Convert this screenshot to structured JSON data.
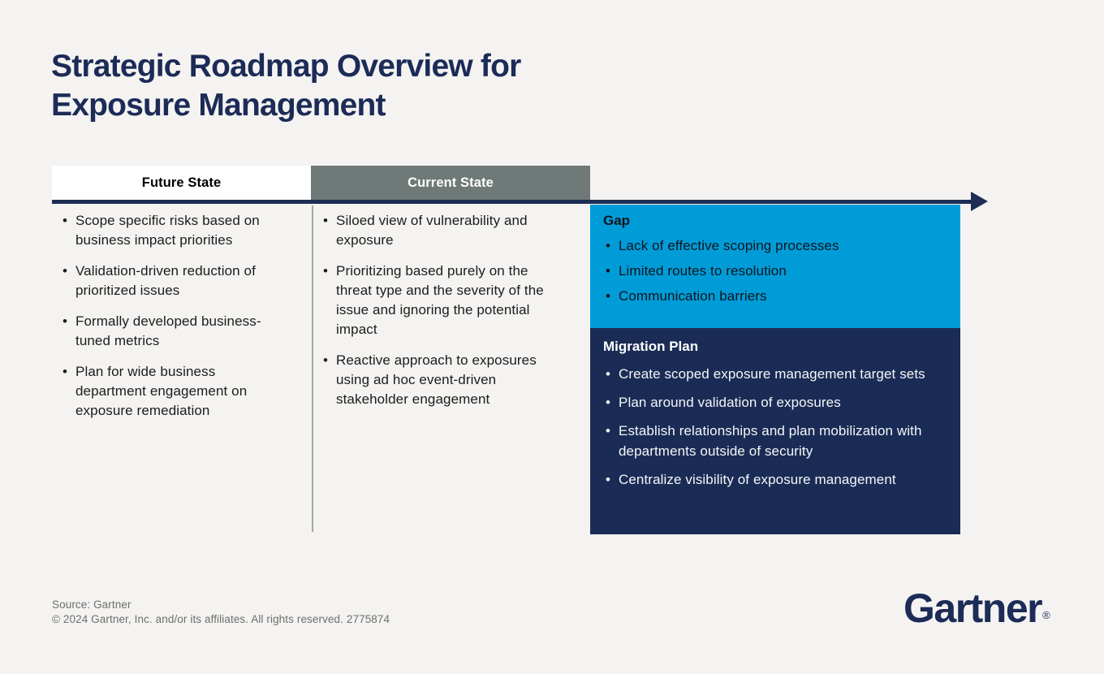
{
  "title": {
    "lines": [
      "Strategic Roadmap Overview for",
      "Exposure Management"
    ]
  },
  "timeline": {
    "future_state_label": "Future State",
    "current_state_label": "Current State"
  },
  "future_state": {
    "items": [
      "Scope specific risks based on business impact priorities",
      "Validation-driven reduction of prioritized issues",
      "Formally developed business-tuned metrics",
      "Plan for wide business department engagement on exposure remediation"
    ]
  },
  "current_state": {
    "items": [
      "Siloed view of vulnerability and exposure",
      "Prioritizing based purely on the threat type and the severity of the issue and ignoring the potential impact",
      "Reactive approach to exposures using ad hoc event-driven stakeholder engagement"
    ]
  },
  "gap": {
    "title": "Gap",
    "items": [
      "Lack of effective scoping processes",
      "Limited routes to resolution",
      "Communication barriers"
    ]
  },
  "migration_plan": {
    "title": "Migration Plan",
    "items": [
      "Create scoped exposure management target sets",
      "Plan around validation of exposures",
      "Establish relationships and plan mobilization with departments outside of security",
      "Centralize visibility of exposure management"
    ]
  },
  "footer": {
    "source": "Source: Gartner",
    "copyright": "© 2024 Gartner, Inc. and/or its affiliates. All rights reserved. 2775874",
    "logo_text": "Gartner",
    "registered_mark": "®"
  },
  "colors": {
    "background": "#f4f3f1",
    "navy": "#1c2b57",
    "arrow_navy": "#1d2e54",
    "gap_blue": "#009cd8",
    "migration_navy": "#1a2c55",
    "header_gray": "#6f7977",
    "body_text": "#1c1c1c",
    "footer_gray": "#6e6e6e"
  }
}
